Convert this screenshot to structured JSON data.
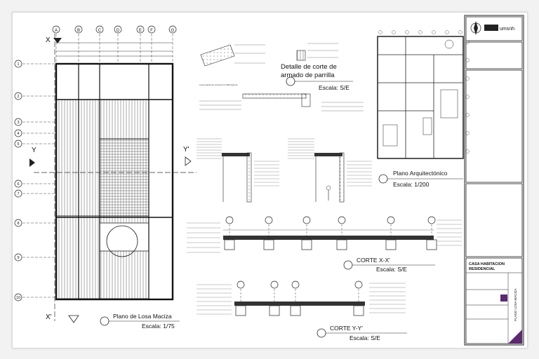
{
  "plans": {
    "losa": {
      "title": "Plano de Losa Maciza",
      "scale": "Escala: 1/75"
    },
    "arquitectonico": {
      "title": "Plano Arquitectónico",
      "scale": "Escala: 1/200"
    },
    "detalle": {
      "title_line1": "Detalle de corte de",
      "title_line2": "armado de parrilla",
      "scale": "Escala: S/E"
    },
    "corte_x": {
      "title": "CORTE X-X'",
      "scale": "Escala: S/E"
    },
    "corte_y": {
      "title": "CORTE Y-Y'",
      "scale": "Escala: S/E"
    }
  },
  "grid": {
    "cols": [
      "A",
      "B",
      "C",
      "D",
      "E",
      "F",
      "G"
    ],
    "rows": [
      "1",
      "2",
      "3",
      "4",
      "5",
      "6",
      "7",
      "8",
      "9",
      "10"
    ],
    "section_x": "X",
    "section_x2": "X'",
    "section_y": "Y",
    "section_y2": "Y'"
  },
  "notes": {
    "losa_note": "Losa maciza de concreto f'c=200 kg/cm2"
  },
  "title_block": {
    "logo_text": "umsnh",
    "line1": "CASA HABITACION",
    "line2": "RESIDENCIAL",
    "side_text": "PLANO LOSA MACIZA"
  }
}
